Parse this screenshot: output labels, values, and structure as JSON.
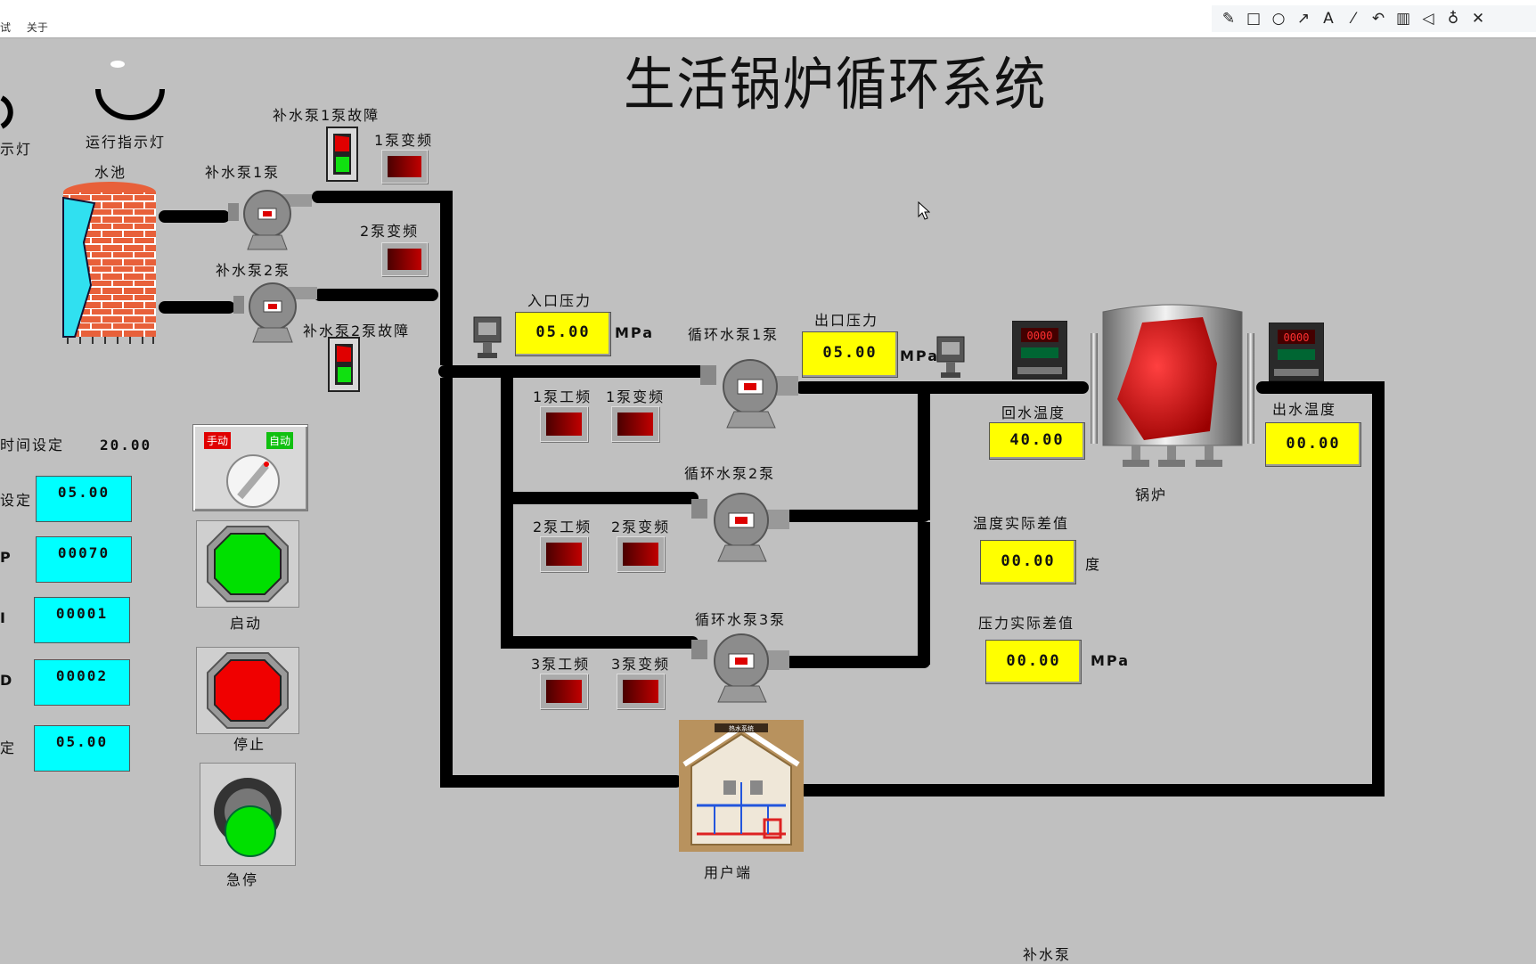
{
  "menu": [
    "试",
    "关于"
  ],
  "toolbar_icons": [
    "pencil-icon",
    "square-icon",
    "circle-icon",
    "arrow-icon",
    "text-icon",
    "highlighter-icon",
    "undo-icon",
    "trash-icon",
    "speaker-icon",
    "microphone-icon",
    "close-icon"
  ],
  "title": "生活锅炉循环系统",
  "indicators": {
    "left_partial": "示灯",
    "run": "运行指示灯"
  },
  "pool": {
    "label": "水池"
  },
  "makeup_pumps": {
    "pump1": "补水泵1泵",
    "pump2": "补水泵2泵",
    "fault1": "补水泵1泵故障",
    "fault2": "补水泵2泵故障",
    "vf1": "1泵变频",
    "vf2": "2泵变频"
  },
  "inlet": {
    "label": "入口压力",
    "value": "05.00",
    "unit": "MPa"
  },
  "outlet": {
    "label": "出口压力",
    "value": "05.00",
    "unit": "MPa"
  },
  "circ_pumps": {
    "pump1": "循环水泵1泵",
    "pump2": "循环水泵2泵",
    "pump3": "循环水泵3泵",
    "p1_pf": "1泵工频",
    "p1_vf": "1泵变频",
    "p2_pf": "2泵工频",
    "p2_vf": "2泵变频",
    "p3_pf": "3泵工频",
    "p3_vf": "3泵变频"
  },
  "boiler": {
    "label": "锅炉",
    "return_temp_label": "回水温度",
    "return_temp": "40.00",
    "out_temp_label": "出水温度",
    "out_temp": "00.00",
    "meter_display": "0000"
  },
  "diffs": {
    "temp_label": "温度实际差值",
    "temp_value": "00.00",
    "temp_unit": "度",
    "press_label": "压力实际差值",
    "press_value": "00.00",
    "press_unit": "MPa"
  },
  "settings": {
    "time_label": "时间设定",
    "time_value": "20.00",
    "rows": [
      {
        "label": "设定",
        "value": "05.00"
      },
      {
        "label": "P",
        "value": "00070"
      },
      {
        "label": "I",
        "value": "00001"
      },
      {
        "label": "D",
        "value": "00002"
      },
      {
        "label": "定",
        "value": "05.00"
      }
    ]
  },
  "controls": {
    "manual": "手动",
    "auto": "自动",
    "start": "启动",
    "stop": "停止",
    "estop": "急停"
  },
  "user": {
    "label": "用户端",
    "sign": "热水系统"
  },
  "bottom_label": "补水泵",
  "colors": {
    "background": "#c0c0c0",
    "display": "#ffff00",
    "setpoint": "#00ffff",
    "pipe": "#000000"
  }
}
